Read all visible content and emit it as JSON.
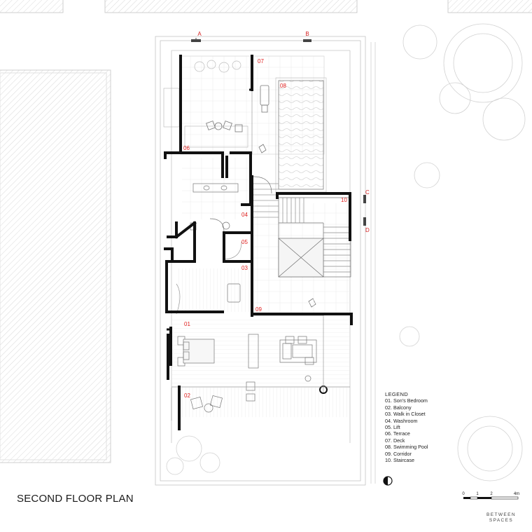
{
  "drawing": {
    "title": "SECOND FLOOR PLAN",
    "room_labels": [
      "01",
      "02",
      "03",
      "04",
      "05",
      "06",
      "07",
      "08",
      "09",
      "10"
    ],
    "section_markers": [
      "A",
      "B",
      "C",
      "D"
    ],
    "legend": {
      "heading": "LEGEND",
      "items": [
        "01. Son's Bedroom",
        "02. Balcony",
        "03. Walk in Closet",
        "04. Washroom",
        "05. Lift",
        "06. Terrace",
        "07. Deck",
        "08. Swimming Pool",
        "09. Corridor",
        "10. Staircase"
      ]
    },
    "scale_bar": {
      "ticks": [
        "0",
        "1",
        "2",
        "4m"
      ]
    },
    "brand": [
      "BETWEEN",
      "SPACES"
    ],
    "colors": {
      "wall": "#111111",
      "label": "#e0201f",
      "line": "#bdbdbd",
      "hatch": "#d6d6d6"
    }
  }
}
